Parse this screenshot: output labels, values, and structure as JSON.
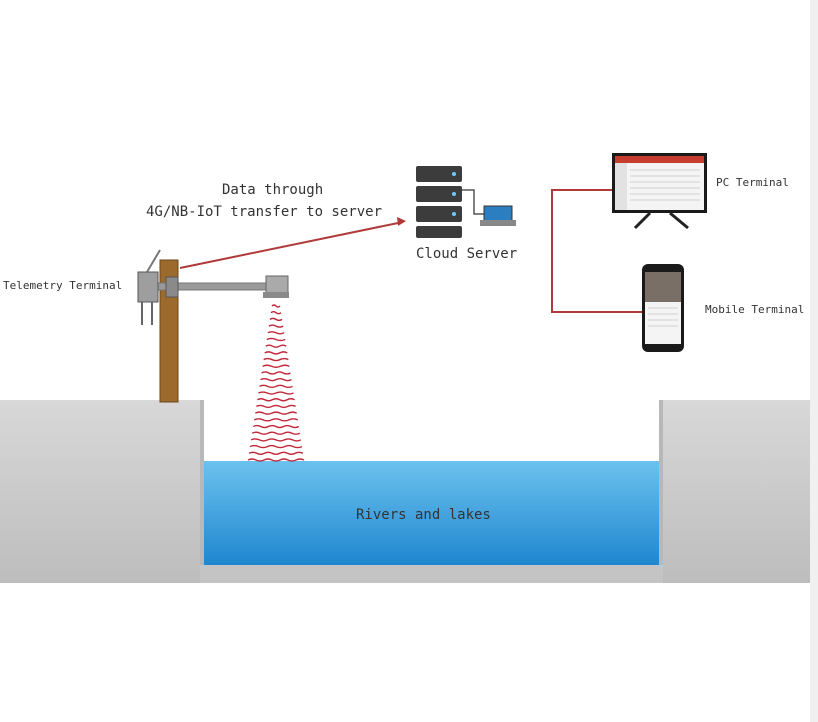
{
  "labels": {
    "telemetry_terminal": "Telemetry Terminal",
    "data_line1": "Data through",
    "data_line2": "4G/NB-IoT transfer to server",
    "cloud_server": "Cloud Server",
    "pc_terminal": "PC Terminal",
    "mobile_terminal": "Mobile Terminal",
    "water": "Rivers and lakes"
  },
  "colors": {
    "link_line": "#b03a3a",
    "water": "#3aa0dd",
    "ground": "#cfcfcf",
    "pole": "#9b6a2c",
    "radar_wave": "#c0283a"
  }
}
